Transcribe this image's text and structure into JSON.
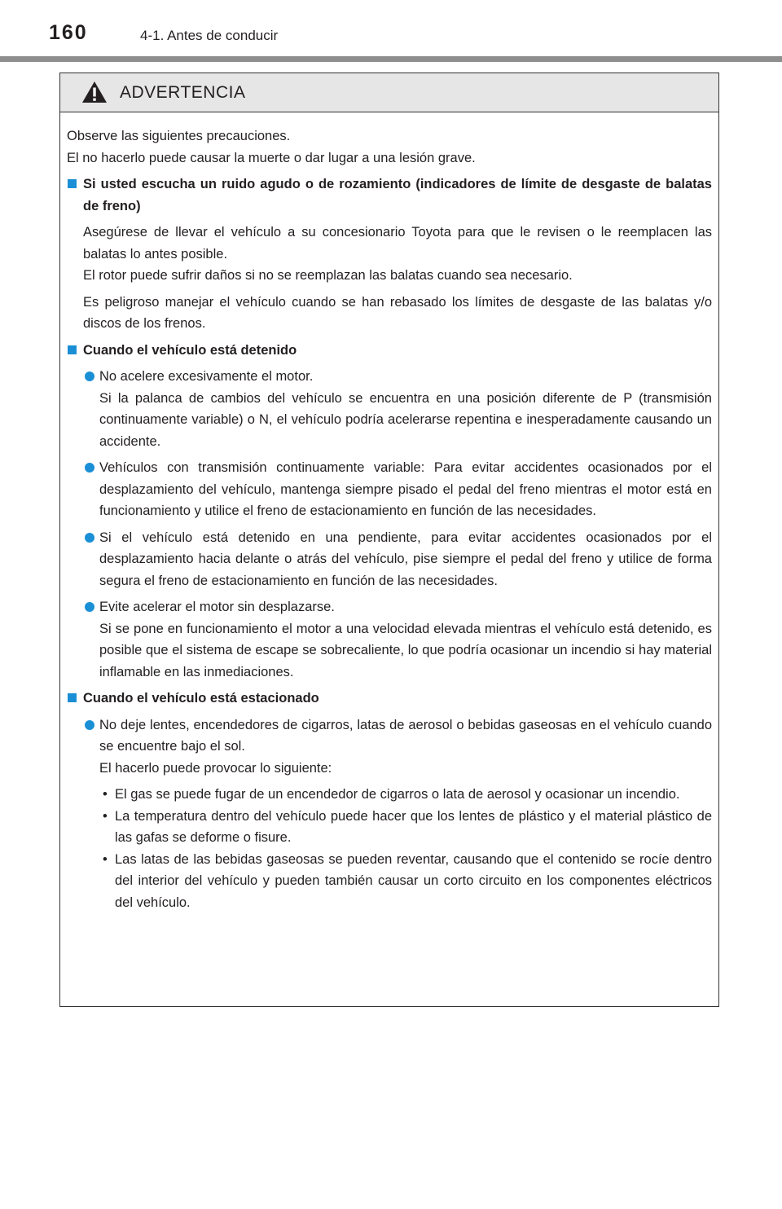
{
  "header": {
    "page_number": "160",
    "section": "4-1. Antes de conducir"
  },
  "warning": {
    "title": "ADVERTENCIA",
    "intro": [
      "Observe las siguientes precauciones.",
      "El no hacerlo puede causar la muerte o dar lugar a una lesión grave."
    ],
    "s1": {
      "heading": "Si usted escucha un ruido agudo o de rozamiento (indicadores de límite de desgaste de balatas de freno)",
      "p1a": "Asegúrese de llevar el vehículo a su concesionario Toyota para que le revisen o le reemplacen las balatas lo antes posible.",
      "p1b": "El rotor puede sufrir daños si no se reemplazan las balatas cuando sea necesario.",
      "p2": "Es peligroso manejar el vehículo cuando se han rebasado los límites de desgaste de las balatas y/o discos de los frenos."
    },
    "s2": {
      "heading": "Cuando el vehículo está detenido",
      "i1a": "No acelere excesivamente el motor.",
      "i1b": "Si la palanca de cambios del vehículo se encuentra en una posición diferente de P (transmisión continuamente variable) o N, el vehículo podría acelerarse repentina e inesperadamente causando un accidente.",
      "i2": "Vehículos con transmisión continuamente variable: Para evitar accidentes ocasionados por el desplazamiento del vehículo, mantenga siempre pisado el pedal del freno mientras el motor está en funcionamiento y utilice el freno de estacionamiento en función de las necesidades.",
      "i3": "Si el vehículo está detenido en una pendiente, para evitar accidentes ocasionados por el desplazamiento hacia delante o atrás del vehículo, pise siempre el pedal del freno y utilice de forma segura el freno de estacionamiento en función de las necesidades.",
      "i4a": "Evite acelerar el motor sin desplazarse.",
      "i4b": "Si se pone en funcionamiento el motor a una velocidad elevada mientras el vehículo está detenido, es posible que el sistema de escape se sobrecaliente, lo que podría ocasionar un incendio si hay material inflamable en las inmediaciones."
    },
    "s3": {
      "heading": "Cuando el vehículo está estacionado",
      "i1a": "No deje lentes, encendedores de cigarros, latas de aerosol o bebidas gaseosas en el vehículo cuando se encuentre bajo el sol.",
      "i1b": "El hacerlo puede provocar lo siguiente:",
      "bullet_symbol": "•",
      "bullets": [
        "El gas se puede fugar de un encendedor de cigarros o lata de aerosol y ocasionar un incendio.",
        "La temperatura dentro del vehículo puede hacer que los lentes de plástico y el material plástico de las gafas se deforme o fisure.",
        "Las latas de las bebidas gaseosas se pueden reventar, causando que el contenido se rocíe dentro del interior del vehículo y pueden también causar un corto circuito en los componentes eléctricos del vehículo."
      ]
    }
  },
  "colors": {
    "accent": "#1a8fd6",
    "header_rule": "#8e8e8e",
    "warning_header_bg": "#e6e6e6"
  },
  "icons": {
    "warning": "warning-triangle-icon",
    "heading_marker": "square-bullet-icon",
    "item_marker": "circle-bullet-icon"
  }
}
